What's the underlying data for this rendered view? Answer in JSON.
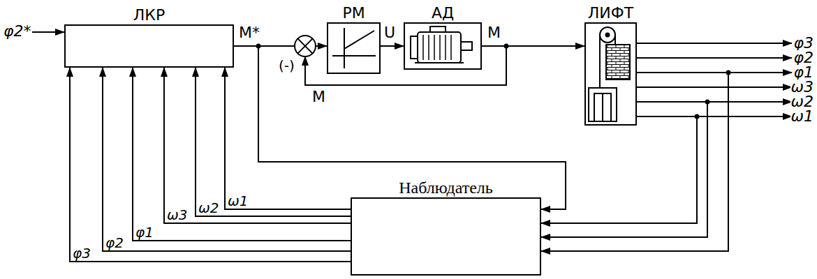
{
  "diagram": {
    "nodes": [
      {
        "text": [
          "ЛКР"
        ]
      },
      {
        "text": [
          "РМ"
        ]
      },
      {
        "text": [
          "АД"
        ]
      },
      {
        "text": [
          "ЛИФТ"
        ]
      },
      {
        "text": [
          "Наблюдатель"
        ]
      }
    ],
    "edges": [
      {
        "from": 0,
        "to": 1,
        "arrow": "to",
        "label": "M*"
      },
      {
        "from": 1,
        "to": 2,
        "arrow": "to",
        "label": "U"
      },
      {
        "from": 2,
        "to": 3,
        "arrow": "to",
        "label": "M"
      },
      {
        "from": 0,
        "to": 4,
        "arrow": "to"
      },
      {
        "from": 3,
        "to": 4,
        "arrow": "to"
      },
      {
        "from": 3,
        "to": 4,
        "arrow": "to"
      },
      {
        "from": 3,
        "to": 4,
        "arrow": "to"
      },
      {
        "from": 4,
        "to": 0,
        "arrow": "to",
        "label": "φ3"
      },
      {
        "from": 4,
        "to": 0,
        "arrow": "to",
        "label": "φ2"
      },
      {
        "from": 4,
        "to": 0,
        "arrow": "to",
        "label": "φ1"
      },
      {
        "from": 4,
        "to": 0,
        "arrow": "to",
        "label": "ω3"
      },
      {
        "from": 4,
        "to": 0,
        "arrow": "to",
        "label": "ω2"
      },
      {
        "from": 4,
        "to": 0,
        "arrow": "to",
        "label": "ω1"
      }
    ],
    "labels": [
      "φ2*",
      "(-)",
      "M",
      "φ3",
      "φ2",
      "φ1",
      "ω3",
      "ω2",
      "ω1"
    ]
  }
}
